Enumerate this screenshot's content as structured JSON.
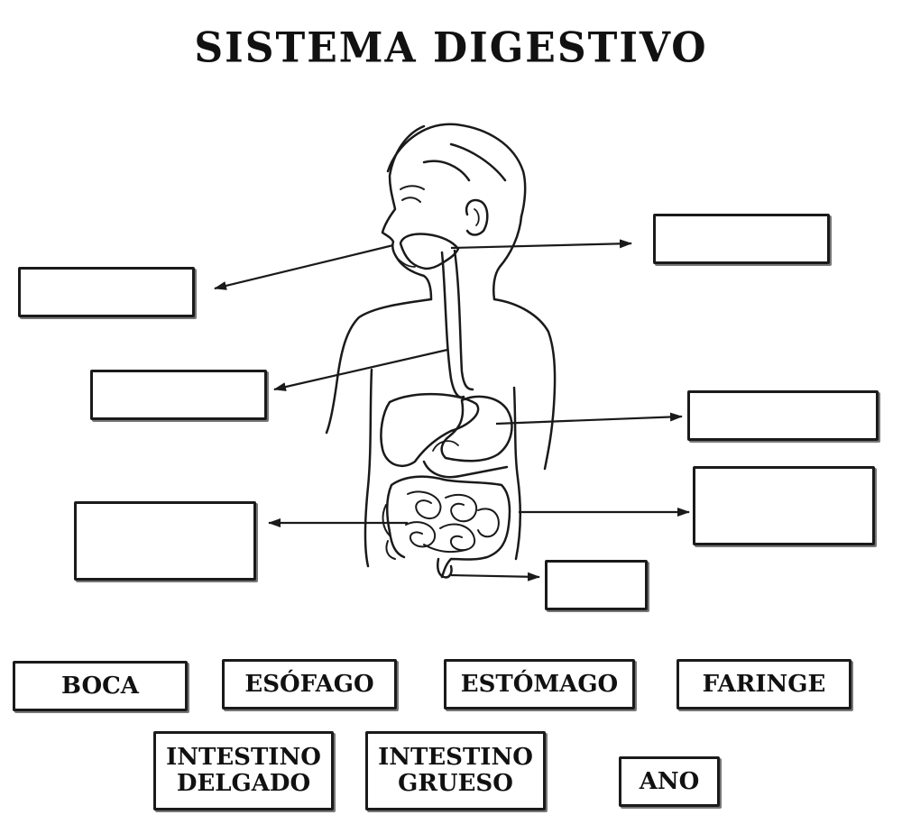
{
  "title": "SISTEMA DIGESTIVO",
  "word_bank": [
    {
      "id": "boca",
      "lines": [
        "BOCA"
      ]
    },
    {
      "id": "esofago",
      "lines": [
        "ESÓFAGO"
      ]
    },
    {
      "id": "estomago",
      "lines": [
        "ESTÓMAGO"
      ]
    },
    {
      "id": "faringe",
      "lines": [
        "FARINGE"
      ]
    },
    {
      "id": "intestino-delgado",
      "lines": [
        "INTESTINO",
        "DELGADO"
      ]
    },
    {
      "id": "intestino-grueso",
      "lines": [
        "INTESTINO",
        "GRUESO"
      ]
    },
    {
      "id": "ano",
      "lines": [
        "ANO"
      ]
    }
  ],
  "colors": {
    "ink": "#1a1a1a",
    "shadow": "#777777",
    "background": "#ffffff"
  }
}
